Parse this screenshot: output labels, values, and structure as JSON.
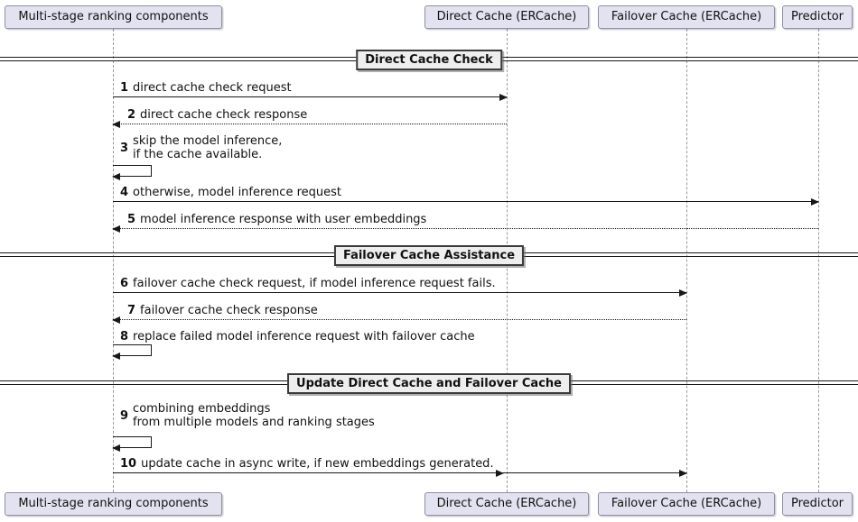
{
  "participants": [
    {
      "name": "Multi-stage ranking components"
    },
    {
      "name": "Direct Cache (ERCache)"
    },
    {
      "name": "Failover Cache (ERCache)"
    },
    {
      "name": "Predictor"
    }
  ],
  "dividers": [
    {
      "label": "Direct Cache Check"
    },
    {
      "label": "Failover Cache Assistance"
    },
    {
      "label": "Update Direct Cache and Failover Cache"
    }
  ],
  "messages": [
    {
      "num": "1",
      "text": "direct cache check request"
    },
    {
      "num": "2",
      "text": "direct cache check response"
    },
    {
      "num": "3",
      "line1": "skip the model inference,",
      "line2": "if the cache available."
    },
    {
      "num": "4",
      "text": "otherwise, model inference request"
    },
    {
      "num": "5",
      "text": "model inference response with user embeddings"
    },
    {
      "num": "6",
      "text": "failover cache check request, if model inference request fails."
    },
    {
      "num": "7",
      "text": "failover cache check response"
    },
    {
      "num": "8",
      "text": "replace failed model inference request with failover cache"
    },
    {
      "num": "9",
      "line1": "combining embeddings",
      "line2": "from multiple models and ranking stages"
    },
    {
      "num": "10",
      "text": "update cache in async write, if new embeddings generated."
    }
  ],
  "colors": {
    "participant_fill": "#E2E2F0",
    "participant_border": "#8E8EA0",
    "divider_fill": "#EEEEEE",
    "line": "#181818",
    "lifeline": "#999999"
  }
}
